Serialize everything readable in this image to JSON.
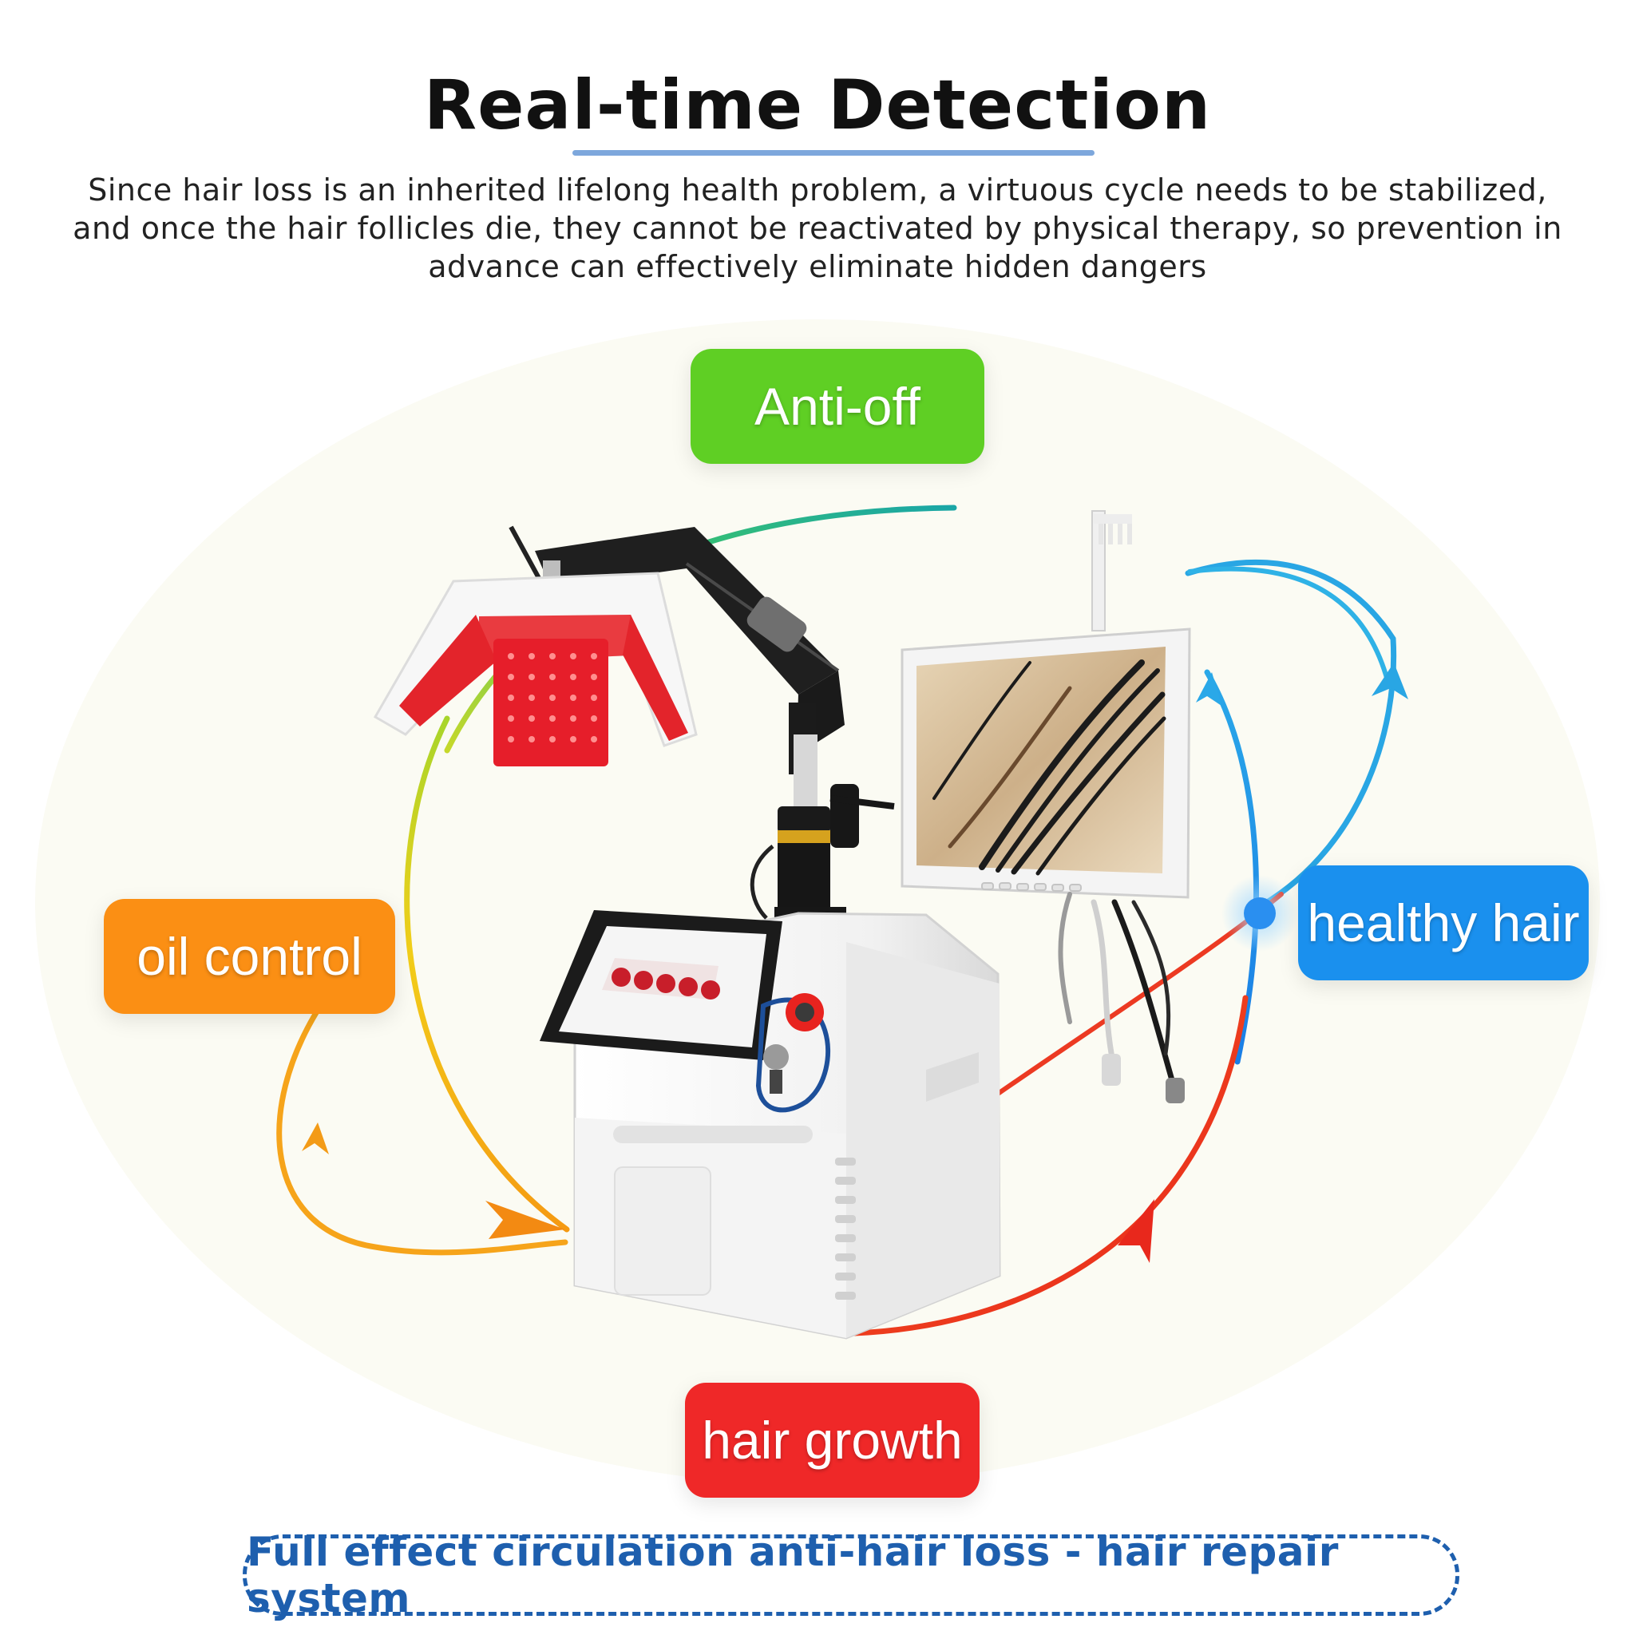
{
  "header": {
    "title": "Real-time Detection",
    "description": "Since hair loss is an inherited lifelong health problem, a virtuous cycle needs to be stabilized, and once the hair follicles die, they cannot be reactivated by physical therapy, so prevention in advance can effectively eliminate hidden dangers"
  },
  "cycle": {
    "labels": {
      "anti_off": "Anti-off",
      "oil_control": "oil control",
      "healthy_hair": "healthy hair",
      "hair_growth": "hair growth"
    }
  },
  "footer": {
    "tagline": "Full effect circulation anti-hair loss - hair repair system"
  },
  "colors": {
    "green": "#5fcf24",
    "orange": "#fb8f14",
    "blue": "#1a90ee",
    "red": "#ef2828",
    "footer_blue": "#1e5fae"
  },
  "icons": {
    "device": "hair-laser-therapy-machine-icon",
    "monitor": "scalp-detector-monitor-icon",
    "cycle": "cycle-arrows-icon"
  }
}
